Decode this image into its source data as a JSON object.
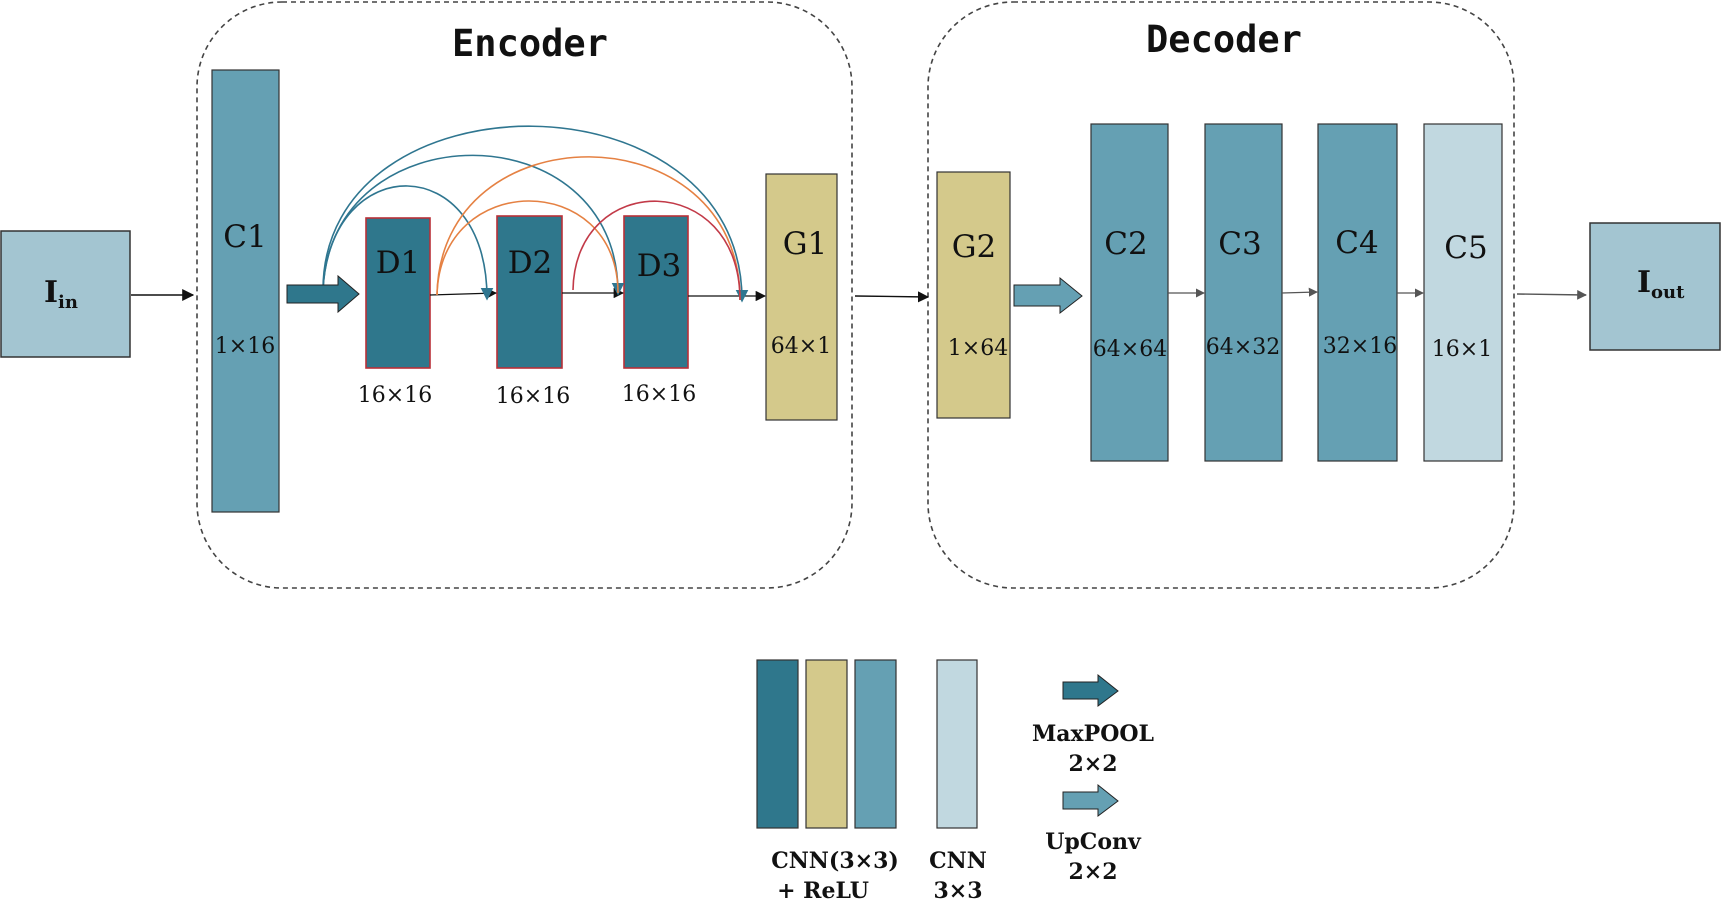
{
  "encoder": {
    "title": "Encoder"
  },
  "decoder": {
    "title": "Decoder"
  },
  "input": {
    "main": "I",
    "sub": "in"
  },
  "output": {
    "main": "I",
    "sub": "out"
  },
  "blocks": {
    "c1": {
      "label": "C1",
      "dim": "1×16"
    },
    "d1": {
      "label": "D1",
      "dim": "16×16"
    },
    "d2": {
      "label": "D2",
      "dim": "16×16"
    },
    "d3": {
      "label": "D3",
      "dim": "16×16"
    },
    "g1": {
      "label": "G1",
      "dim": "64×1"
    },
    "g2": {
      "label": "G2",
      "dim": "1×64"
    },
    "c2": {
      "label": "C2",
      "dim": "64×64"
    },
    "c3": {
      "label": "C3",
      "dim": "64×32"
    },
    "c4": {
      "label": "C4",
      "dim": "32×16"
    },
    "c5": {
      "label": "C5",
      "dim": "16×1"
    }
  },
  "legend": {
    "cnn_relu_line1": "CNN(3×3)",
    "cnn_relu_line2": "+ ReLU",
    "cnn_line1": "CNN",
    "cnn_line2": "3×3",
    "maxpool_line1": "MaxPOOL",
    "maxpool_line2": "2×2",
    "upconv_line1": "UpConv",
    "upconv_line2": "2×2"
  },
  "colors": {
    "dark_teal": "#2f778c",
    "teal": "#65a0b3",
    "khaki": "#d4c98b",
    "light_blue": "#c1d8e0",
    "io_blue": "#a3c5d1",
    "arc_blue": "#2f7690",
    "arc_orange": "#e58143",
    "arc_red": "#c23a48",
    "d_border": "#b93038"
  }
}
